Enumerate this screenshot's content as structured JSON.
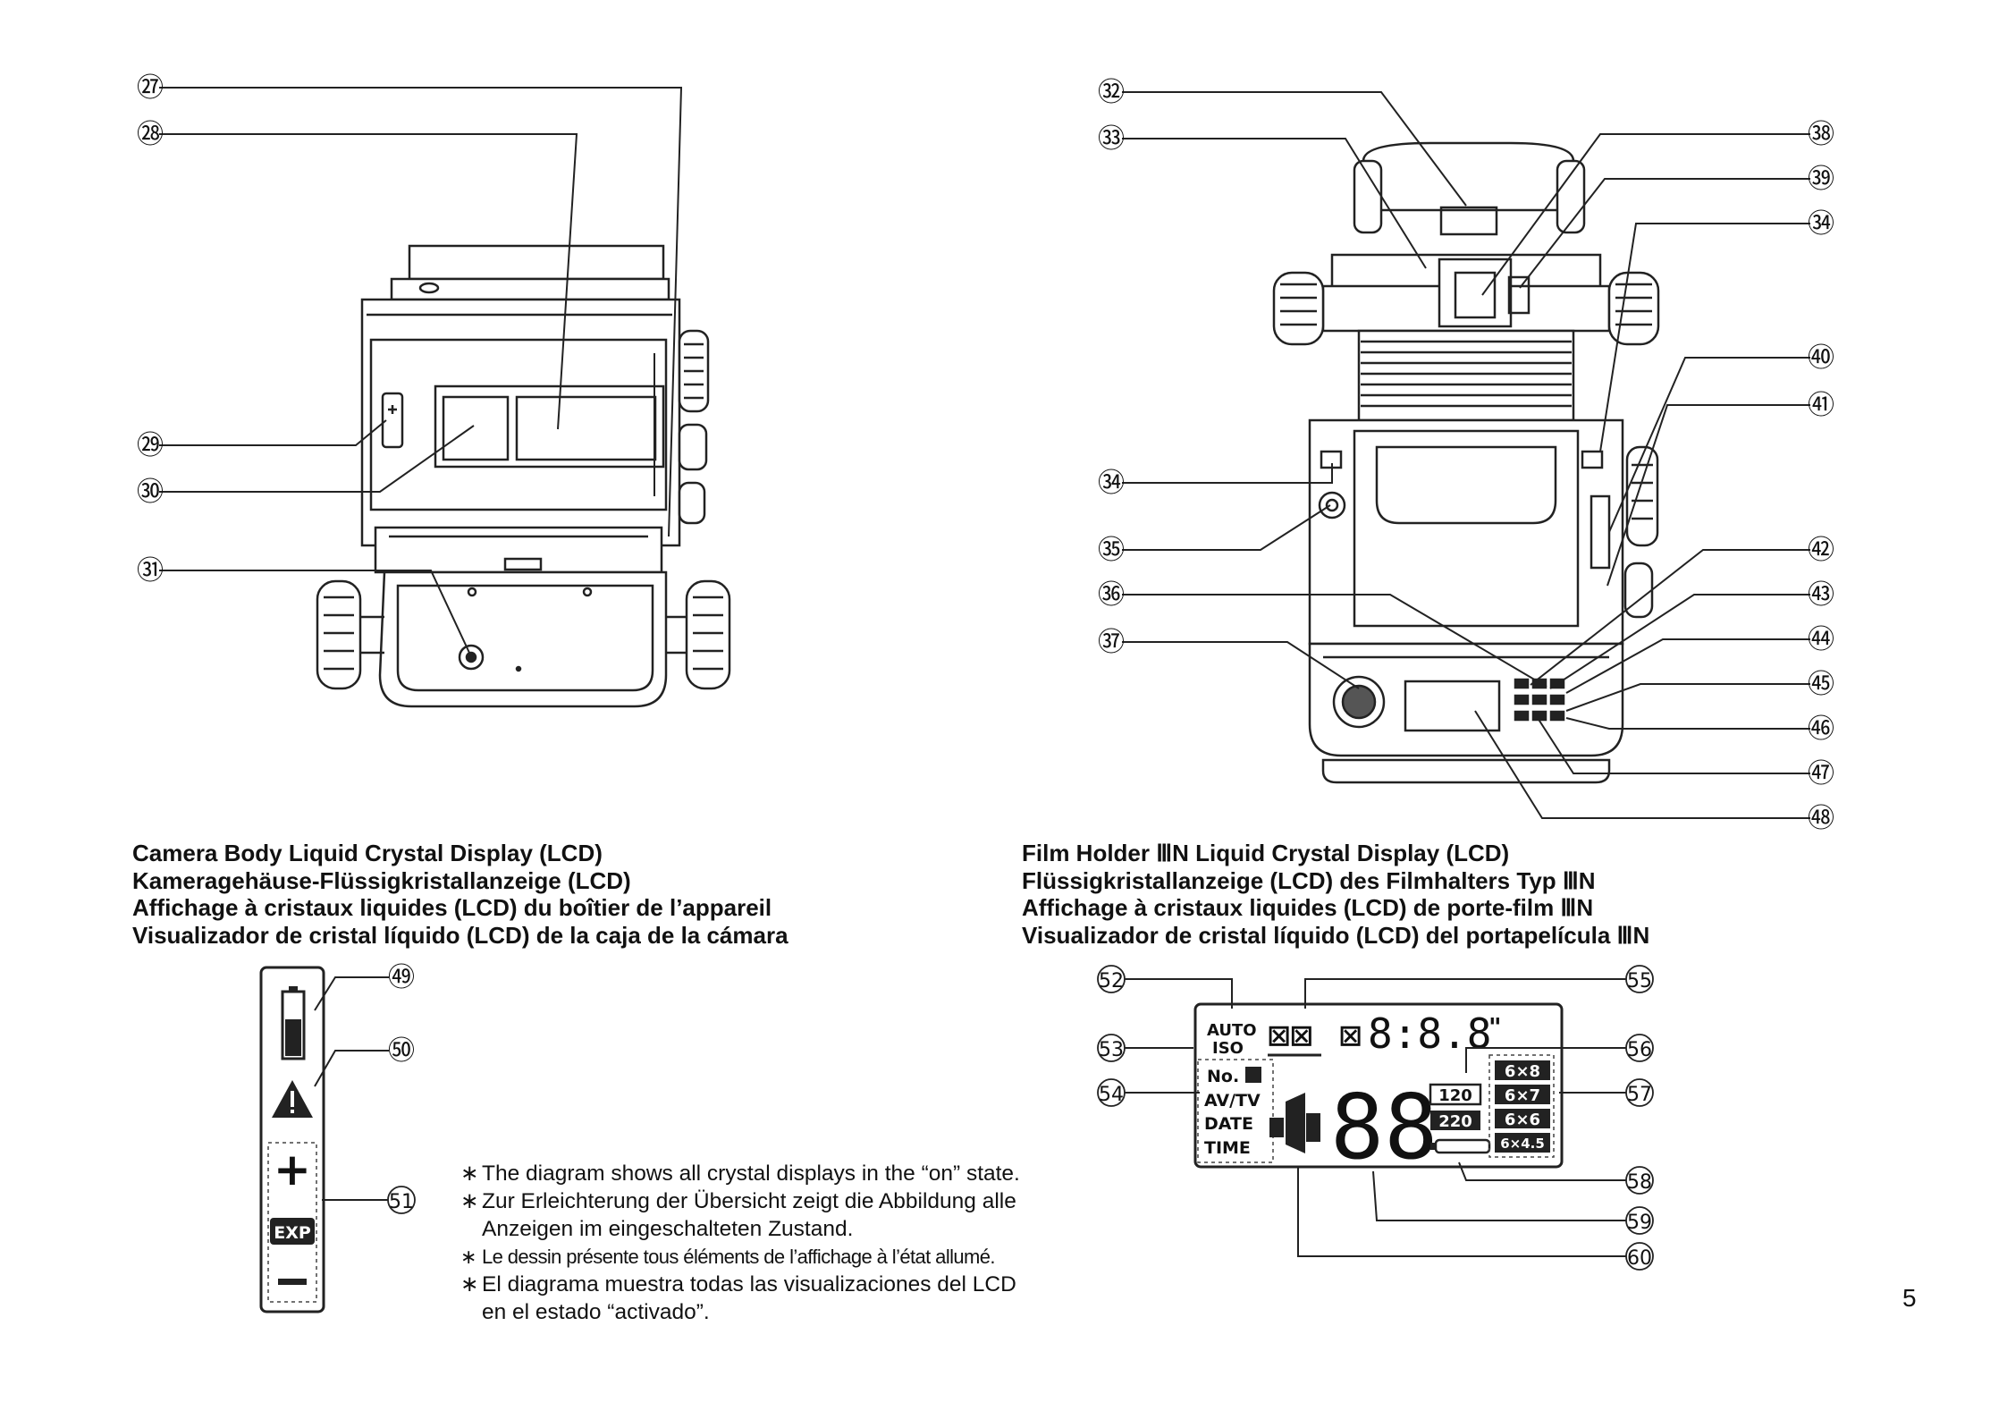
{
  "callouts": {
    "n27": "㉗",
    "n28": "㉘",
    "n29": "㉙",
    "n30": "㉚",
    "n31": "㉛",
    "n32": "㉜",
    "n33": "㉝",
    "n34a": "㉞",
    "n34b": "㉞",
    "n35": "㉟",
    "n36": "㊱",
    "n37": "㊲",
    "n38": "㊳",
    "n39": "㊴",
    "n40": "㊵",
    "n41": "㊶",
    "n42": "㊷",
    "n43": "㊸",
    "n44": "㊹",
    "n45": "㊺",
    "n46": "㊻",
    "n47": "㊼",
    "n48": "㊽",
    "n49": "㊾",
    "n50": "㊿",
    "n51": "51",
    "n52": "52",
    "n53": "53",
    "n54": "54",
    "n55": "55",
    "n56": "56",
    "n57": "57",
    "n58": "58",
    "n59": "59",
    "n60": "60"
  },
  "camera_lcd_heading": [
    "Camera Body Liquid Crystal Display (LCD)",
    "Kameragehäuse-Flüssigkristallanzeige (LCD)",
    "Affichage à cristaux liquides (LCD) du boîtier de l’appareil",
    "Visualizador de cristal líquido (LCD) de la caja de la cámara"
  ],
  "film_lcd_heading": [
    "Film Holder ⅢN Liquid Crystal Display (LCD)",
    "Flüssigkristallanzeige (LCD) des Filmhalters Typ ⅢN",
    "Affichage à cristaux liquides (LCD) de porte-film ⅢN",
    "Visualizador de cristal líquido (LCD) del portapelícula ⅢN"
  ],
  "notes": {
    "star": "∗",
    "en": "The diagram shows all crystal displays in the “on” state.",
    "de1": "Zur Erleichterung der Übersicht zeigt die Abbildung alle",
    "de2": "Anzeigen im eingeschalteten Zustand.",
    "fr": "Le dessin présente tous éléments de l’affichage à l’état allumé.",
    "es1": "El diagrama muestra todas las visualizaciones del LCD",
    "es2": "en el estado “activado”."
  },
  "camera_lcd_panel": {
    "plus": "+",
    "exp": "EXP",
    "minus": "—"
  },
  "film_lcd_panel": {
    "auto": "AUTO",
    "iso": "ISO",
    "no": "No.",
    "avtv": "AV/TV",
    "date": "DATE",
    "time": "TIME",
    "f120": "120",
    "f220": "220",
    "fmt68": "6×8",
    "fmt67": "6×7",
    "fmt66": "6×6",
    "fmt645": "6×4.5",
    "seconds_mark": "\"",
    "big_digits": "88",
    "segment_digits": "8:8.8"
  },
  "page_number": "5"
}
